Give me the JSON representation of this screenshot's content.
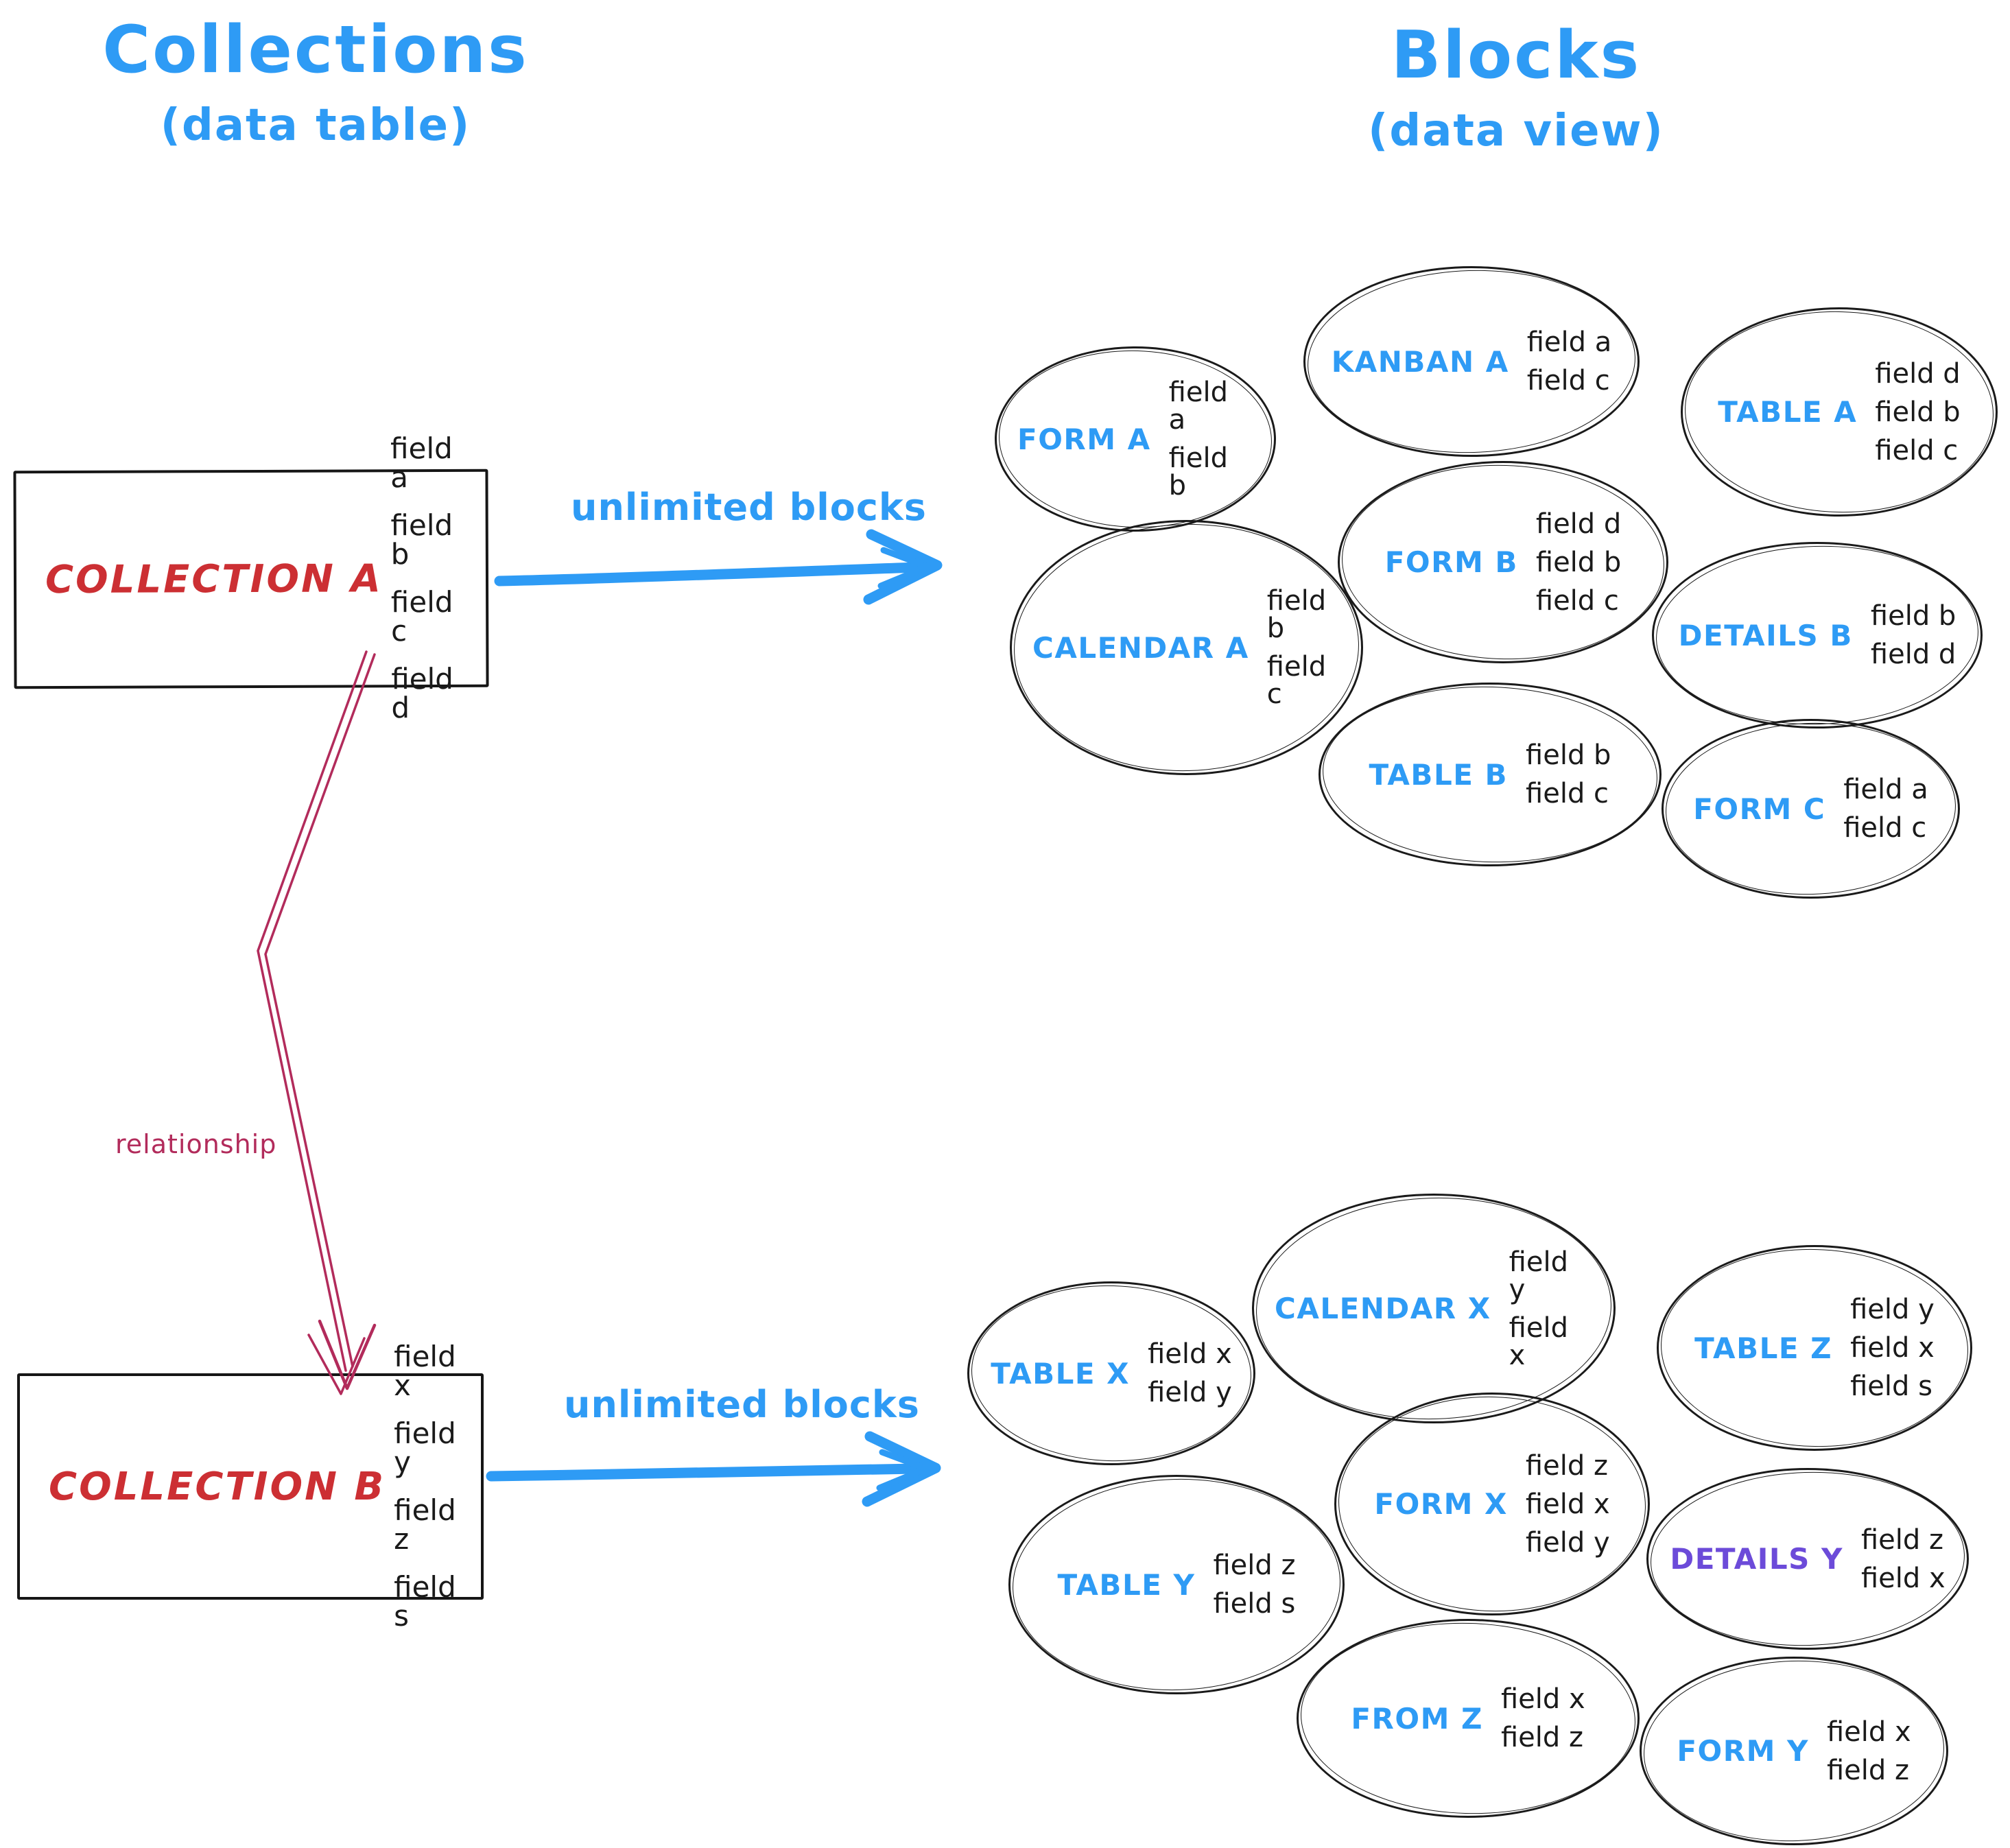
{
  "headers": {
    "collections_title": "Collections",
    "collections_subtitle": "(data table)",
    "blocks_title": "Blocks",
    "blocks_subtitle": "(data view)"
  },
  "labels": {
    "unlimited_blocks_a": "unlimited blocks",
    "unlimited_blocks_b": "unlimited blocks",
    "relationship": "relationship"
  },
  "collections": [
    {
      "name": "COLLECTION A",
      "fields": [
        "field a",
        "field b",
        "field c",
        "field d"
      ]
    },
    {
      "name": "COLLECTION B",
      "fields": [
        "field x",
        "field y",
        "field z",
        "field s"
      ]
    }
  ],
  "blocks_a": [
    {
      "name": "FORM A",
      "color": "#2e9bf5",
      "fields": [
        "field a",
        "field b"
      ]
    },
    {
      "name": "KANBAN A",
      "color": "#2e9bf5",
      "fields": [
        "field a",
        "field c"
      ]
    },
    {
      "name": "TABLE A",
      "color": "#2e9bf5",
      "fields": [
        "field d",
        "field b",
        "field c"
      ]
    },
    {
      "name": "CALENDAR A",
      "color": "#2e9bf5",
      "fields": [
        "field b",
        "field c"
      ]
    },
    {
      "name": "FORM B",
      "color": "#2e9bf5",
      "fields": [
        "field d",
        "field b",
        "field c"
      ]
    },
    {
      "name": "DETAILS B",
      "color": "#2e9bf5",
      "fields": [
        "field b",
        "field d"
      ]
    },
    {
      "name": "TABLE B",
      "color": "#2e9bf5",
      "fields": [
        "field b",
        "field c"
      ]
    },
    {
      "name": "FORM C",
      "color": "#2e9bf5",
      "fields": [
        "field a",
        "field c"
      ]
    }
  ],
  "blocks_b": [
    {
      "name": "TABLE X",
      "color": "#2e9bf5",
      "fields": [
        "field x",
        "field y"
      ]
    },
    {
      "name": "CALENDAR X",
      "color": "#2e9bf5",
      "fields": [
        "field y",
        "field x"
      ]
    },
    {
      "name": "TABLE Z",
      "color": "#2e9bf5",
      "fields": [
        "field y",
        "field x",
        "field s"
      ]
    },
    {
      "name": "TABLE Y",
      "color": "#2e9bf5",
      "fields": [
        "field z",
        "field s"
      ]
    },
    {
      "name": "FORM X",
      "color": "#2e9bf5",
      "fields": [
        "field z",
        "field x",
        "field y"
      ]
    },
    {
      "name": "DETAILS Y",
      "color": "#6c4bd9",
      "fields": [
        "field z",
        "field x"
      ]
    },
    {
      "name": "FROM Z",
      "color": "#2e9bf5",
      "fields": [
        "field x",
        "field z"
      ]
    },
    {
      "name": "FORM Y",
      "color": "#2e9bf5",
      "fields": [
        "field x",
        "field z"
      ]
    }
  ],
  "colors": {
    "blue": "#2e9bf5",
    "red": "#cc2f33",
    "crimson": "#b22b5b",
    "purple": "#6c4bd9",
    "ink": "#1a1a1a"
  }
}
